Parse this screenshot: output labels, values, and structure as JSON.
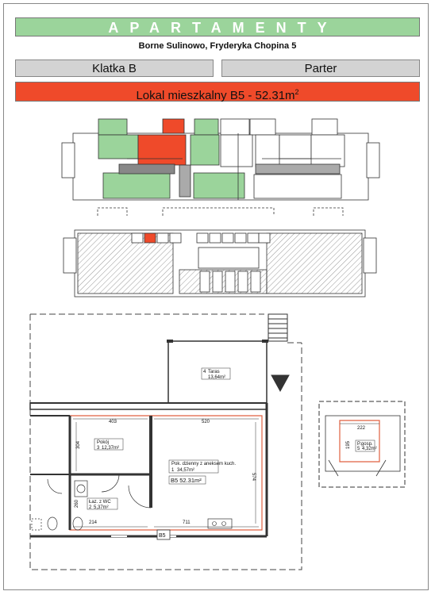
{
  "header": {
    "title": "APARTAMENTY",
    "address": "Borne Sulinowo, Fryderyka Chopina 5",
    "staircase": "Klatka B",
    "floor": "Parter",
    "unit_text": "Lokal mieszkalny B5 - 52.31m",
    "unit_sup": "2"
  },
  "plan": {
    "terrace_label": "Taras",
    "terrace_num": "4",
    "terrace_area": "13,64m²",
    "room1_num": "1",
    "room1_label": "Pok. dzienny z aneksem kuch.",
    "room1_area": "34,57m²",
    "room2_label": "Pokój",
    "room2_num": "3",
    "room2_area": "12,37m²",
    "room3_label": "Łaz. z WC",
    "room3_num": "2",
    "room3_area": "5,37m²",
    "unit_total": "B5  52.31m²",
    "unit_tag": "B5",
    "dim_403": "403",
    "dim_520": "520",
    "dim_711": "711",
    "dim_214": "214",
    "dim_304": "304",
    "dim_574": "574",
    "dim_260": "260"
  },
  "storage": {
    "label": "P.gosp.",
    "num": "5",
    "area": "4,32m²",
    "dim_top": "222",
    "dim_side": "195"
  },
  "colors": {
    "green": "#9bd49b",
    "red_unit": "#ef4a2a",
    "grey": "#d3d3d3",
    "plan_red": "#e06040"
  }
}
